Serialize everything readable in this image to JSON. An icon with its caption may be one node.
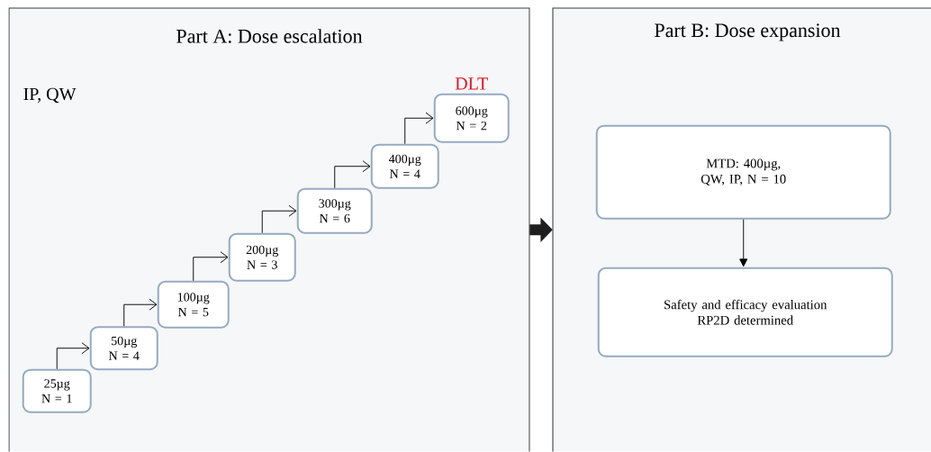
{
  "diagram": {
    "nodes": [
      {
        "text": [
          "Part A: Dose escalation",
          "IP, QW"
        ]
      },
      {
        "text": [
          "25µg",
          "N = 1"
        ],
        "in": 0
      },
      {
        "text": [
          "50µg",
          "N = 4"
        ],
        "in": 0
      },
      {
        "text": [
          "100µg",
          "N = 5"
        ],
        "in": 0
      },
      {
        "text": [
          "200µg",
          "N = 3"
        ],
        "in": 0
      },
      {
        "text": [
          "300µg",
          "N = 6"
        ],
        "in": 0
      },
      {
        "text": [
          "400µg",
          "N = 4"
        ],
        "in": 0
      },
      {
        "text": [
          "600µg",
          "N = 2"
        ],
        "in": 0,
        "beside": [
          "DLT"
        ]
      },
      {
        "text": [
          "Part B: Dose expansion"
        ]
      },
      {
        "text": [
          "MTD: 400µg, QW, IP, N = 10"
        ],
        "in": 8
      },
      {
        "text": [
          "Safety and efficacy evaluation",
          "RP2D determined"
        ],
        "in": 8
      }
    ],
    "edges": [
      {
        "from": 1,
        "to": 2,
        "arrow": "to"
      },
      {
        "from": 2,
        "to": 3,
        "arrow": "to"
      },
      {
        "from": 3,
        "to": 4,
        "arrow": "to"
      },
      {
        "from": 4,
        "to": 5,
        "arrow": "to"
      },
      {
        "from": 5,
        "to": 6,
        "arrow": "to"
      },
      {
        "from": 6,
        "to": 7,
        "arrow": "to"
      },
      {
        "from": 0,
        "to": 8,
        "arrow": "to",
        "style": "thick"
      },
      {
        "from": 9,
        "to": 10,
        "arrow": "to"
      }
    ]
  }
}
